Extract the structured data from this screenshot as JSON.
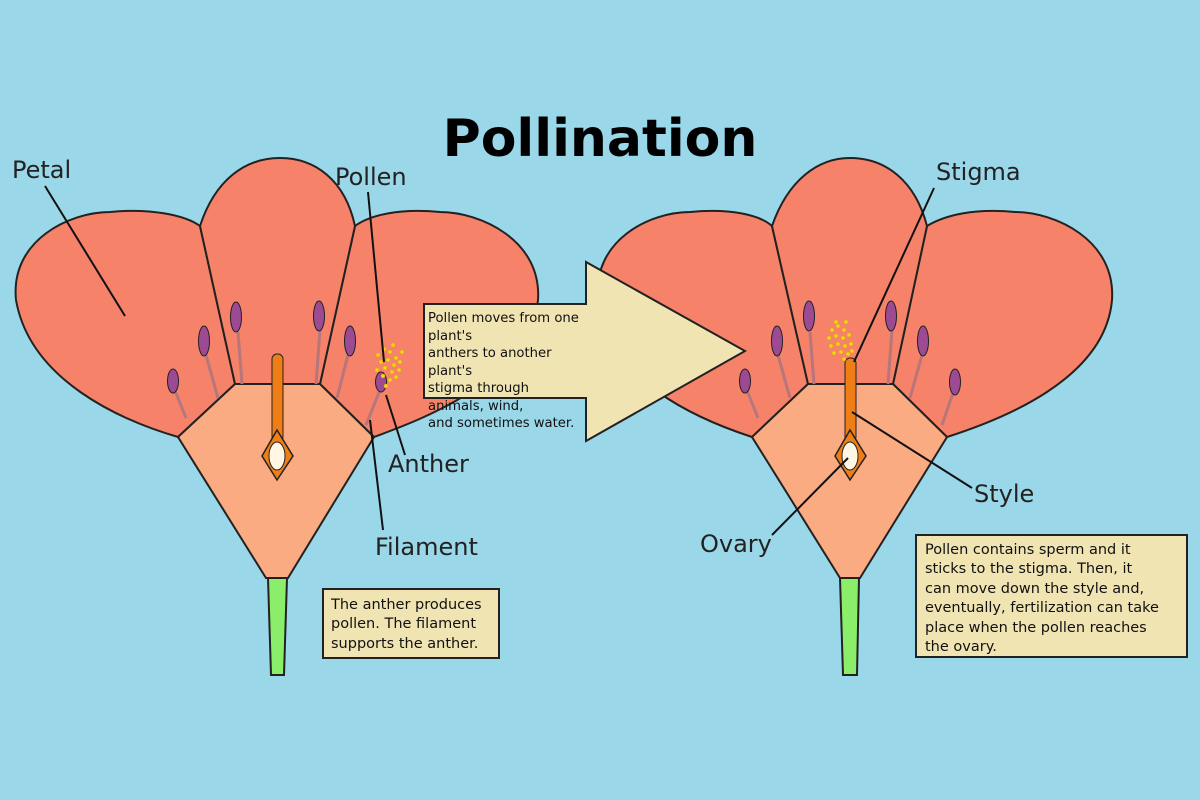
{
  "title": "Pollination",
  "labels": {
    "petal": "Petal",
    "pollen": "Pollen",
    "anther": "Anther",
    "filament": "Filament",
    "stigma": "Stigma",
    "style": "Style",
    "ovary": "Ovary"
  },
  "notes": {
    "arrow": "Pollen moves from one plant's\nanthers to another plant's\nstigma through animals, wind,\nand sometimes water.",
    "anther_filament": "The anther produces\npollen. The filament\nsupports the anther.",
    "fertilization": "Pollen contains sperm and it\nsticks to the stigma. Then, it\ncan move down the style and,\neventually, fertilization can take\nplace when the pollen reaches\nthe ovary."
  },
  "colors": {
    "background": "#9ad7e9",
    "petal": "#f6826a",
    "sepal": "#fbab82",
    "stem": "#8aee6a",
    "anther": "#9c4b92",
    "filament": "#b7767a",
    "pistil": "#f07e16",
    "pollen": "#f7d51a",
    "note_box": "#f1e4b3"
  }
}
